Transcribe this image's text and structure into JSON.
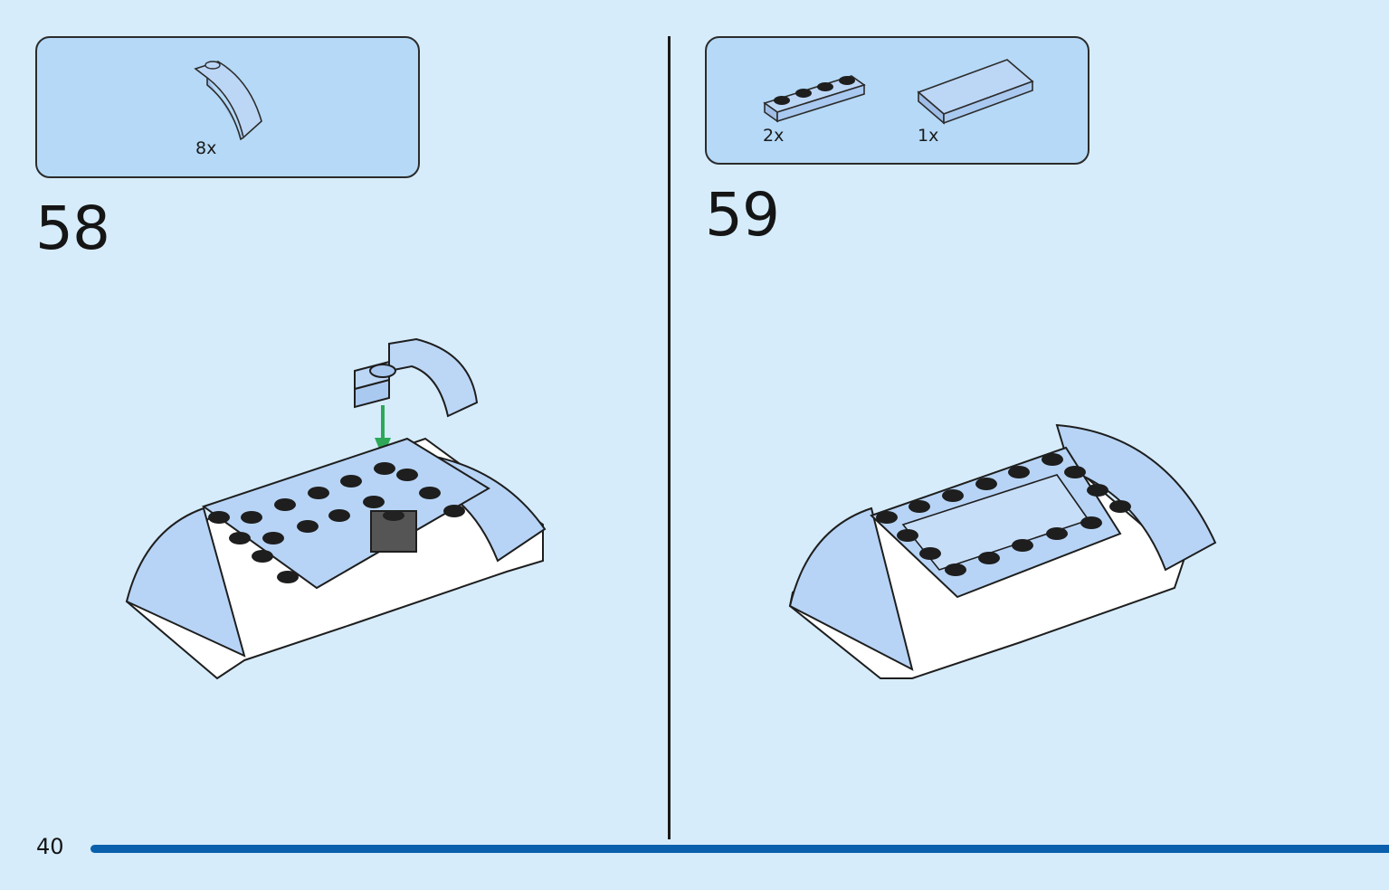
{
  "step58": {
    "number": "58",
    "parts": [
      {
        "quantity": "8x",
        "icon": "curved-slope-brick-icon"
      }
    ]
  },
  "step59": {
    "number": "59",
    "parts": [
      {
        "quantity": "2x",
        "icon": "plate-1x4-icon"
      },
      {
        "quantity": "1x",
        "icon": "tile-2x4-icon"
      }
    ]
  },
  "page": {
    "number": "40"
  },
  "colors": {
    "background": "#d6ecfb",
    "parts_box": "#b5d9f6",
    "brick_light_blue": "#b7d4f6",
    "arrow": "#2ea857",
    "progress_bar": "#0a60ad"
  }
}
